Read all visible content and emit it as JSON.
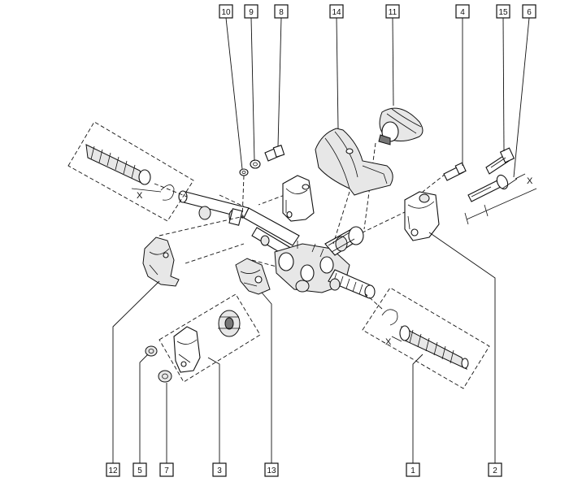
{
  "callouts": [
    {
      "id": "c10",
      "label": "10"
    },
    {
      "id": "c9",
      "label": "9"
    },
    {
      "id": "c8",
      "label": "8"
    },
    {
      "id": "c14",
      "label": "14"
    },
    {
      "id": "c11",
      "label": "11"
    },
    {
      "id": "c4",
      "label": "4"
    },
    {
      "id": "c15",
      "label": "15"
    },
    {
      "id": "c6",
      "label": "6"
    },
    {
      "id": "c12",
      "label": "12"
    },
    {
      "id": "c5",
      "label": "5"
    },
    {
      "id": "c7",
      "label": "7"
    },
    {
      "id": "c3",
      "label": "3"
    },
    {
      "id": "c13",
      "label": "13"
    },
    {
      "id": "c1",
      "label": "1"
    },
    {
      "id": "c2",
      "label": "2"
    }
  ],
  "dimension_labels": {
    "x_right": "X",
    "x_left_boot": "X",
    "x_right_boot": "X"
  }
}
